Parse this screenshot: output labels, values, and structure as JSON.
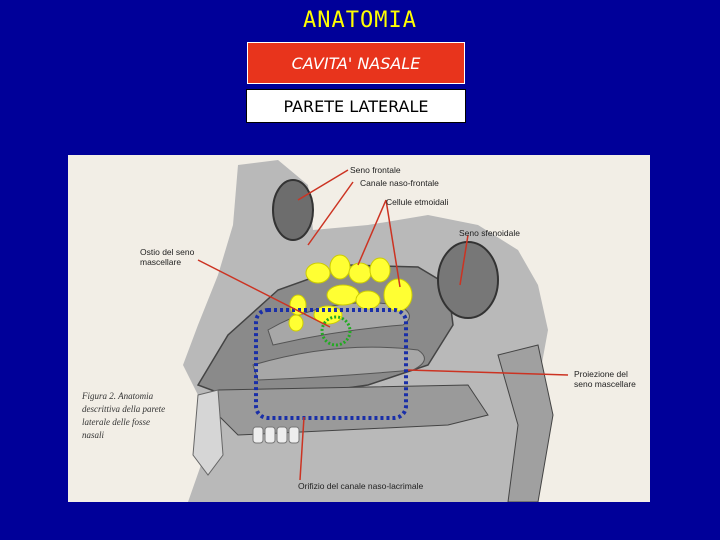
{
  "header": {
    "title": "ANATOMIA",
    "subtitle": "CAVITA' NASALE",
    "section": "PARETE LATERALE"
  },
  "figure": {
    "labels": {
      "seno_frontale": "Seno frontale",
      "canale_naso_frontale": "Canale naso-frontale",
      "cellule_etmoidali": "Cellule etmoidali",
      "seno_sfenoidale": "Seno sfenoidale",
      "ostio_seno_mascellare": "Ostio del seno mascellare",
      "proiezione_seno_mascellare": "Proiezione del seno mascellare",
      "orifizio_canale": "Orifizio del canale naso-lacrimale"
    },
    "caption": "Figura 2. Anatomia descrittiva della parete laterale delle fosse nasali"
  },
  "colors": {
    "background": "#000099",
    "title": "#ffff00",
    "subtitle_box": "#e8341c",
    "highlight_cells": "#ffff33",
    "pointer_lines": "#cc3322"
  }
}
